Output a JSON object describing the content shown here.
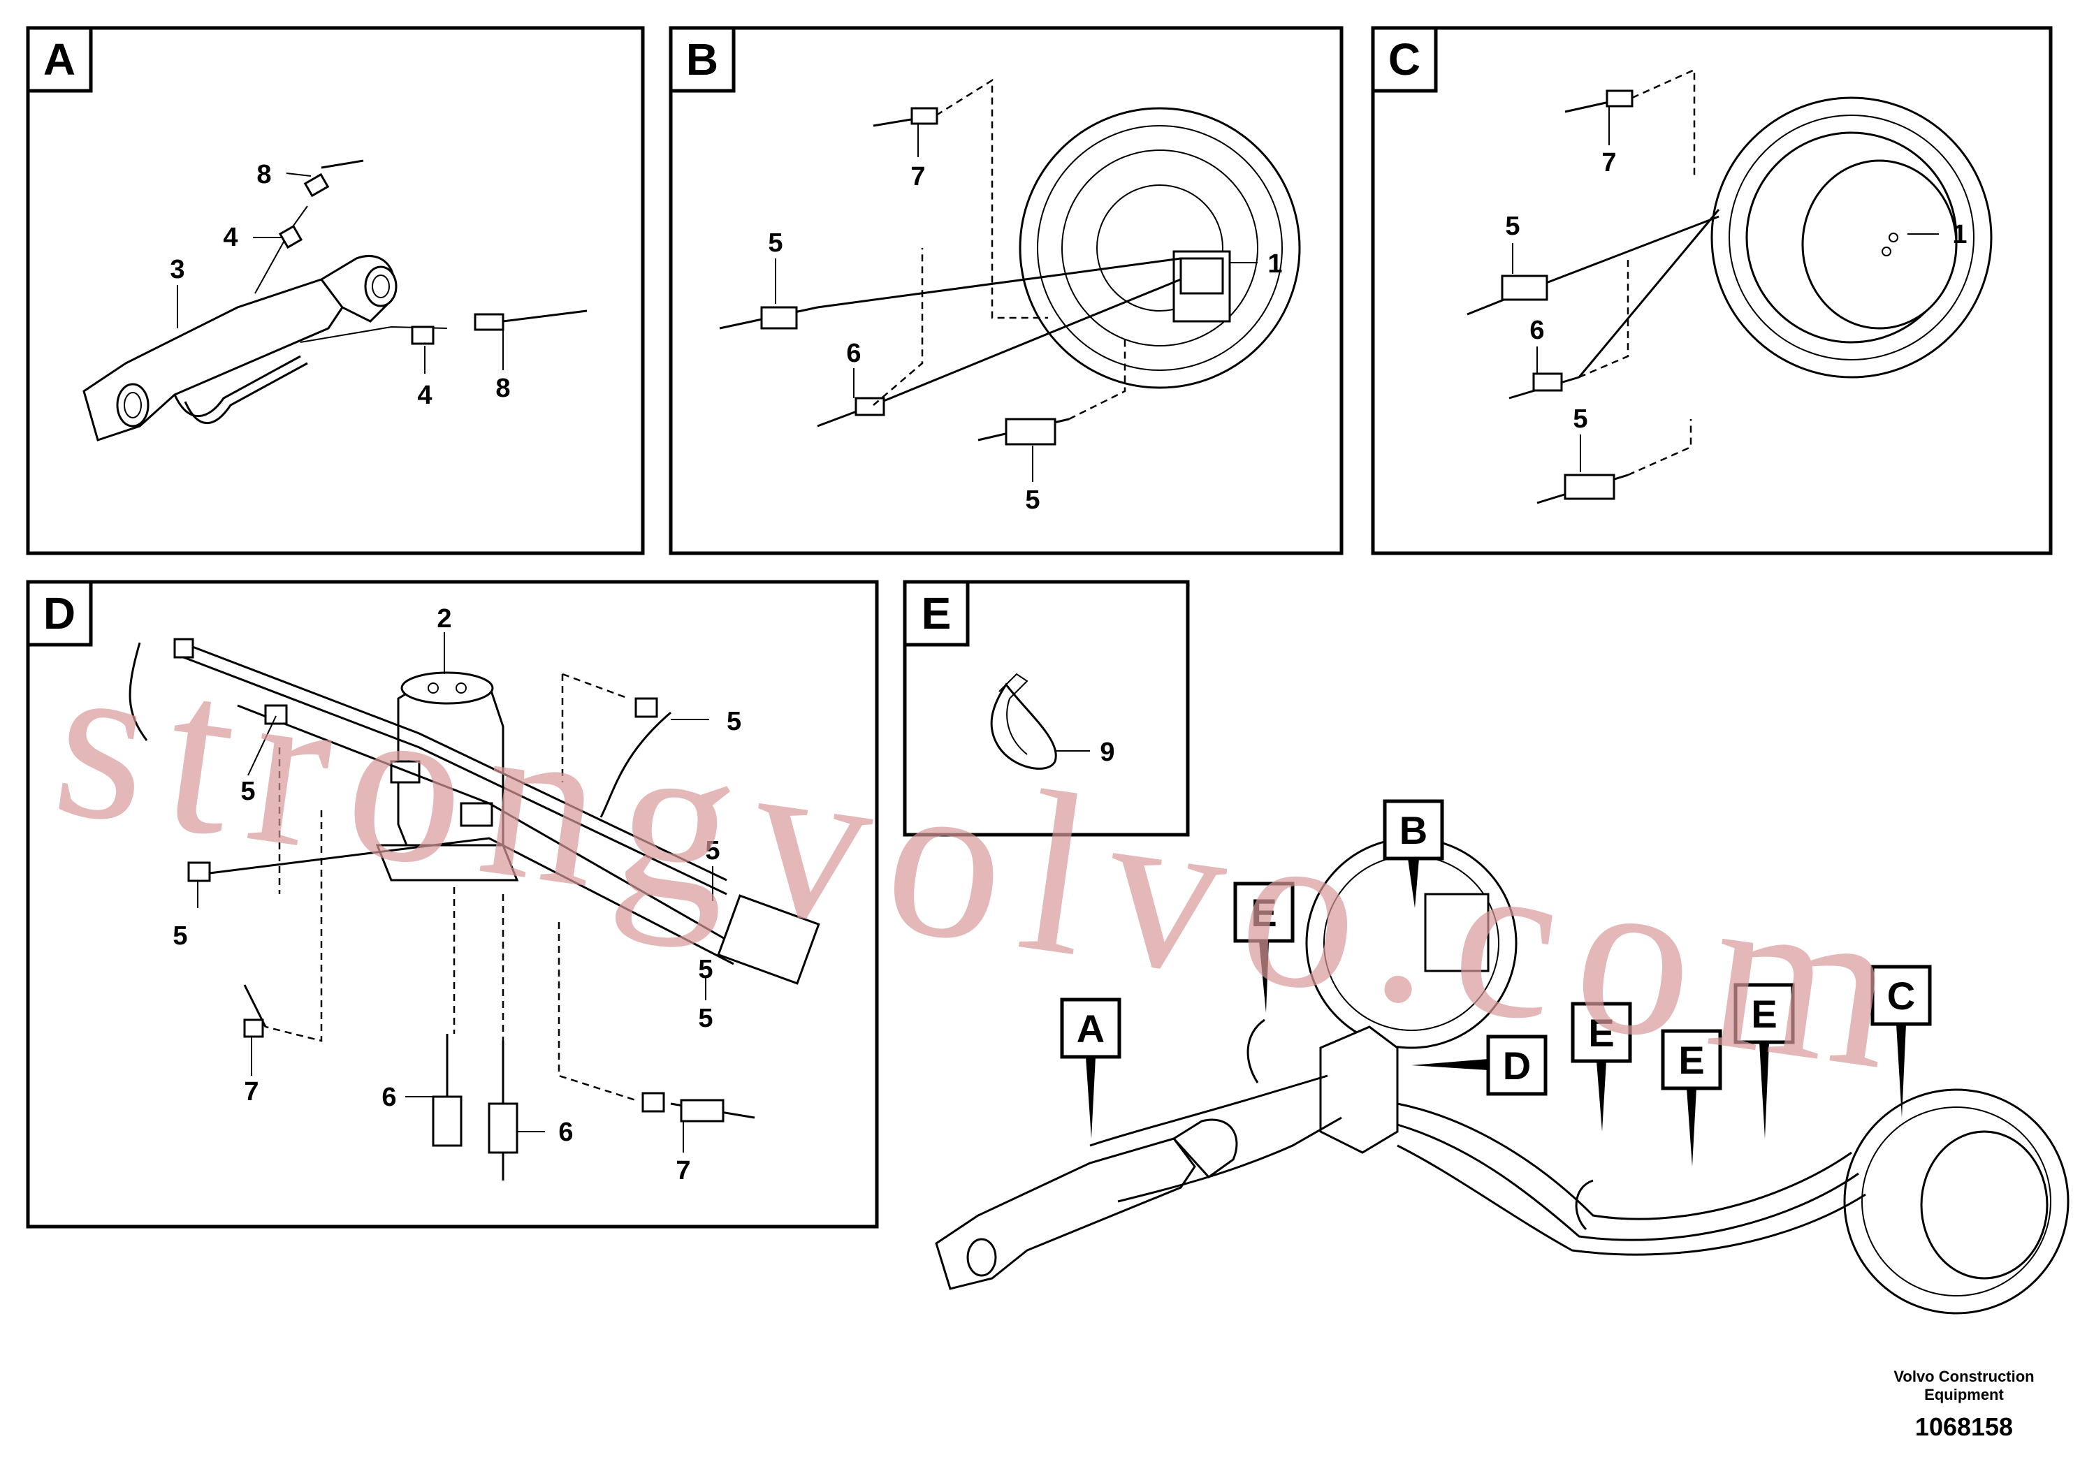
{
  "panels": {
    "a": {
      "letter": "A",
      "callouts": [
        "8",
        "4",
        "3",
        "4",
        "8"
      ]
    },
    "b": {
      "letter": "B",
      "callouts": [
        "7",
        "1",
        "5",
        "6",
        "5"
      ]
    },
    "c": {
      "letter": "C",
      "callouts": [
        "7",
        "1",
        "5",
        "6",
        "5"
      ]
    },
    "d": {
      "letter": "D",
      "callouts": [
        "2",
        "5",
        "5",
        "5",
        "5",
        "5",
        "5",
        "7",
        "6",
        "6",
        "7"
      ]
    },
    "e": {
      "letter": "E",
      "callouts": [
        "9"
      ]
    }
  },
  "overview": {
    "tags": [
      "B",
      "E",
      "A",
      "D",
      "E",
      "E",
      "E",
      "C"
    ]
  },
  "watermark": "strongvolvo.com",
  "footer": {
    "company_line1": "Volvo Construction",
    "company_line2": "Equipment",
    "doc_number": "1068158"
  }
}
